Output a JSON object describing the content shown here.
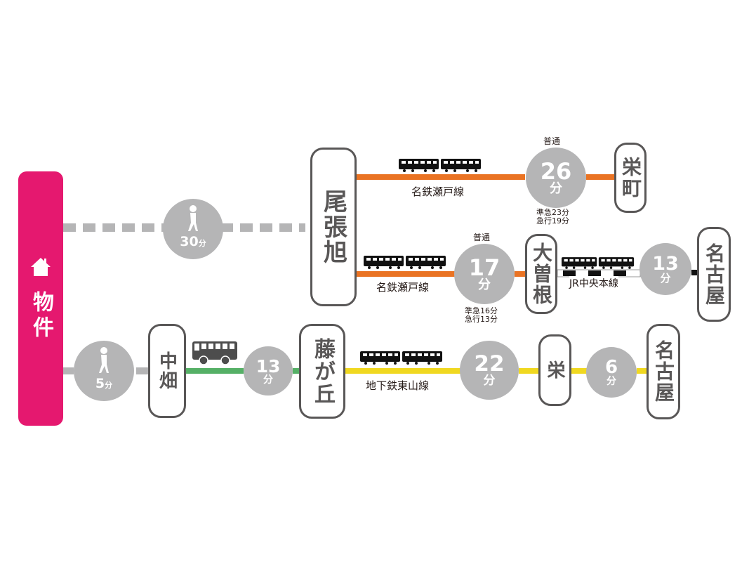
{
  "origin": {
    "label": "物件",
    "icon": "house-icon",
    "color": "#e5186f"
  },
  "colors": {
    "meitetsu": "#ea7323",
    "bus": "#55b066",
    "subway": "#f0d820",
    "walk": "#b5b5b6",
    "station_border": "#595757"
  },
  "routes": {
    "walk_owariasahi": {
      "minutes": "30",
      "unit": "分",
      "icon": "walking-person-icon"
    },
    "owariasahi_station": "尾張旭",
    "route_sakaemachi": {
      "line_name": "名鉄瀬戸線",
      "service": "普通",
      "minutes": "26",
      "unit": "分",
      "notes": [
        "準急23分",
        "急行19分"
      ],
      "destination": "栄町"
    },
    "route_ozone": {
      "line_name": "名鉄瀬戸線",
      "service": "普通",
      "minutes": "17",
      "unit": "分",
      "notes": [
        "準急16分",
        "急行13分"
      ],
      "transfer": "大曽根",
      "jr_line_name": "JR中央本線",
      "jr_minutes": "13",
      "jr_unit": "分",
      "destination": "名古屋"
    },
    "walk_nakahata": {
      "minutes": "5",
      "unit": "分",
      "icon": "walking-person-icon"
    },
    "nakahata_station": "中畑",
    "bus": {
      "minutes": "13",
      "unit": "分",
      "icon": "bus-icon"
    },
    "fujigaoka_station": "藤が丘",
    "subway": {
      "line_name": "地下鉄東山線",
      "minutes": "22",
      "unit": "分",
      "transfer": "栄",
      "minutes2": "6",
      "unit2": "分",
      "destination": "名古屋"
    }
  }
}
